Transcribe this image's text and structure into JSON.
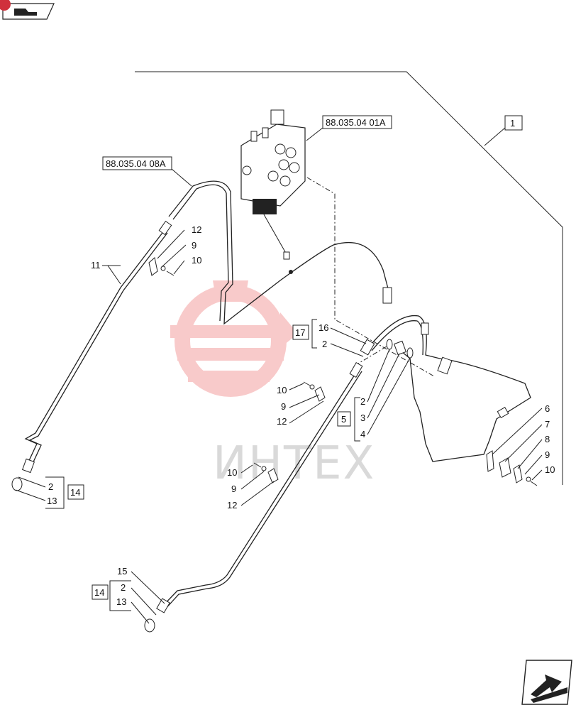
{
  "references": {
    "valve_ref": "88.035.04 01A",
    "pipe_ref": "88.035.04 08A"
  },
  "watermark": {
    "text": "ИНТЕХ"
  },
  "kits": {
    "k1": "1",
    "k17": "17",
    "k5": "5",
    "k14_left": "14",
    "k14_bottom": "14"
  },
  "callouts": {
    "c11": "11",
    "c12_a": "12",
    "c9_a": "9",
    "c10_a": "10",
    "c16": "16",
    "c2_a": "2",
    "c10_b": "10",
    "c9_b": "9",
    "c12_b": "12",
    "c2_b": "2",
    "c3": "3",
    "c4": "4",
    "c10_c": "10",
    "c9_c": "9",
    "c12_c": "12",
    "c6": "6",
    "c7": "7",
    "c8": "8",
    "c9_d": "9",
    "c10_d": "10",
    "c2_left": "2",
    "c13_left": "13",
    "c15": "15",
    "c2_bottom": "2",
    "c13_bottom": "13"
  },
  "icons": {
    "top_nav": "book-arrow-icon",
    "bottom_nav": "next-page-arrow-icon"
  }
}
